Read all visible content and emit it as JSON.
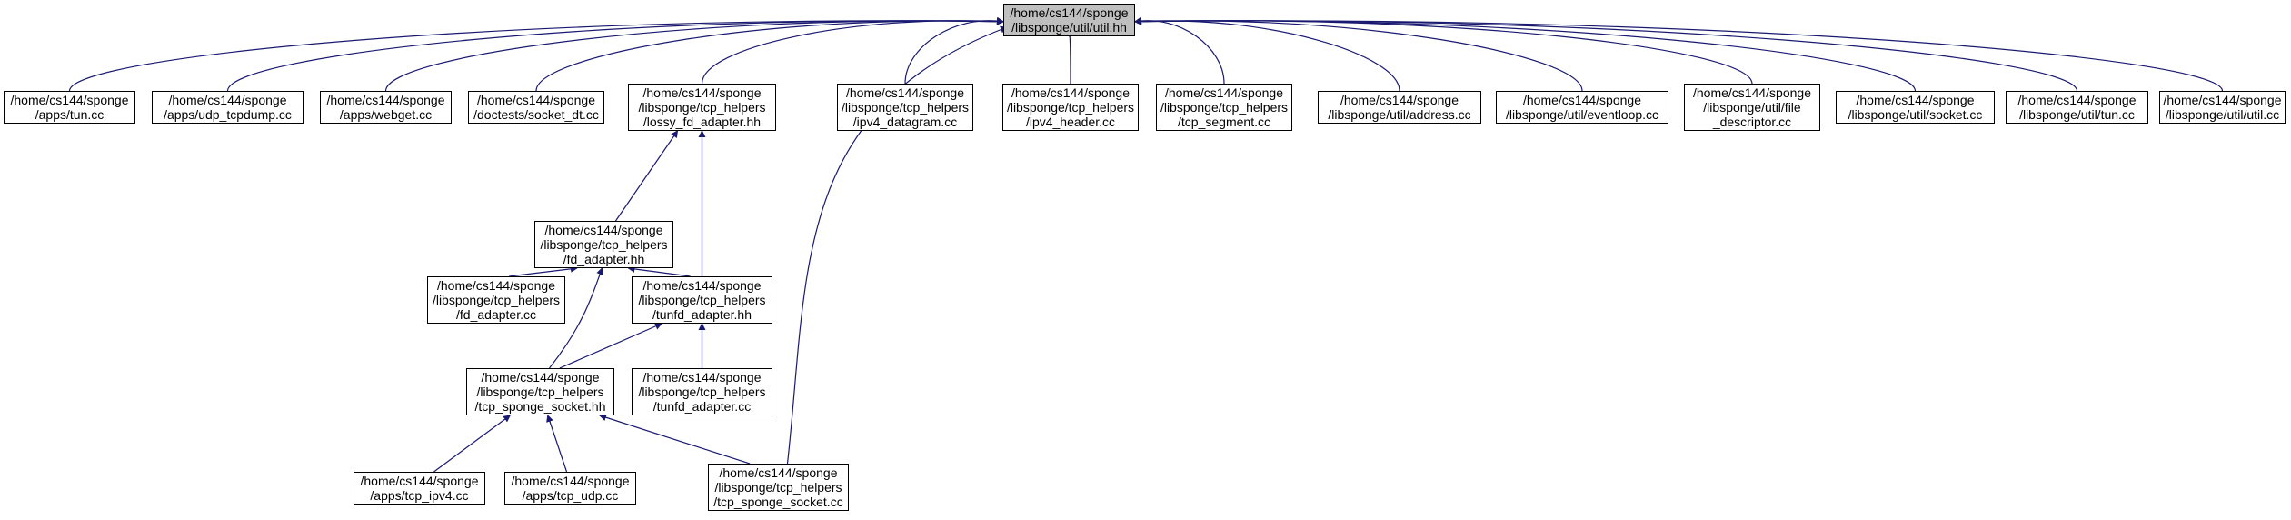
{
  "colors": {
    "edge": "#191970",
    "node_border": "#000000",
    "root_fill": "#bfbfbf",
    "node_fill": "#ffffff"
  },
  "nodes": [
    {
      "id": "util_hh",
      "lines": [
        "/home/cs144/sponge",
        "/libsponge/util/util.hh"
      ],
      "root": true
    },
    {
      "id": "apps_tun_cc",
      "lines": [
        "/home/cs144/sponge",
        "/apps/tun.cc"
      ]
    },
    {
      "id": "apps_udp_tcpdump_cc",
      "lines": [
        "/home/cs144/sponge",
        "/apps/udp_tcpdump.cc"
      ]
    },
    {
      "id": "apps_webget_cc",
      "lines": [
        "/home/cs144/sponge",
        "/apps/webget.cc"
      ]
    },
    {
      "id": "doctests_socket_dt_cc",
      "lines": [
        "/home/cs144/sponge",
        "/doctests/socket_dt.cc"
      ]
    },
    {
      "id": "lossy_fd_adapter_hh",
      "lines": [
        "/home/cs144/sponge",
        "/libsponge/tcp_helpers",
        "/lossy_fd_adapter.hh"
      ]
    },
    {
      "id": "ipv4_datagram_cc",
      "lines": [
        "/home/cs144/sponge",
        "/libsponge/tcp_helpers",
        "/ipv4_datagram.cc"
      ]
    },
    {
      "id": "ipv4_header_cc",
      "lines": [
        "/home/cs144/sponge",
        "/libsponge/tcp_helpers",
        "/ipv4_header.cc"
      ]
    },
    {
      "id": "tcp_segment_cc",
      "lines": [
        "/home/cs144/sponge",
        "/libsponge/tcp_helpers",
        "/tcp_segment.cc"
      ]
    },
    {
      "id": "util_address_cc",
      "lines": [
        "/home/cs144/sponge",
        "/libsponge/util/address.cc"
      ]
    },
    {
      "id": "util_eventloop_cc",
      "lines": [
        "/home/cs144/sponge",
        "/libsponge/util/eventloop.cc"
      ]
    },
    {
      "id": "util_file_descriptor_cc",
      "lines": [
        "/home/cs144/sponge",
        "/libsponge/util/file",
        "_descriptor.cc"
      ]
    },
    {
      "id": "util_socket_cc",
      "lines": [
        "/home/cs144/sponge",
        "/libsponge/util/socket.cc"
      ]
    },
    {
      "id": "util_tun_cc",
      "lines": [
        "/home/cs144/sponge",
        "/libsponge/util/tun.cc"
      ]
    },
    {
      "id": "util_util_cc",
      "lines": [
        "/home/cs144/sponge",
        "/libsponge/util/util.cc"
      ]
    },
    {
      "id": "fd_adapter_hh",
      "lines": [
        "/home/cs144/sponge",
        "/libsponge/tcp_helpers",
        "/fd_adapter.hh"
      ]
    },
    {
      "id": "fd_adapter_cc",
      "lines": [
        "/home/cs144/sponge",
        "/libsponge/tcp_helpers",
        "/fd_adapter.cc"
      ]
    },
    {
      "id": "tunfd_adapter_hh",
      "lines": [
        "/home/cs144/sponge",
        "/libsponge/tcp_helpers",
        "/tunfd_adapter.hh"
      ]
    },
    {
      "id": "tcp_sponge_socket_hh",
      "lines": [
        "/home/cs144/sponge",
        "/libsponge/tcp_helpers",
        "/tcp_sponge_socket.hh"
      ]
    },
    {
      "id": "tunfd_adapter_cc",
      "lines": [
        "/home/cs144/sponge",
        "/libsponge/tcp_helpers",
        "/tunfd_adapter.cc"
      ]
    },
    {
      "id": "apps_tcp_ipv4_cc",
      "lines": [
        "/home/cs144/sponge",
        "/apps/tcp_ipv4.cc"
      ]
    },
    {
      "id": "apps_tcp_udp_cc",
      "lines": [
        "/home/cs144/sponge",
        "/apps/tcp_udp.cc"
      ]
    },
    {
      "id": "tcp_sponge_socket_cc",
      "lines": [
        "/home/cs144/sponge",
        "/libsponge/tcp_helpers",
        "/tcp_sponge_socket.cc"
      ]
    }
  ],
  "edges": [
    {
      "from": "apps_tun_cc",
      "to": "util_hh"
    },
    {
      "from": "apps_udp_tcpdump_cc",
      "to": "util_hh"
    },
    {
      "from": "apps_webget_cc",
      "to": "util_hh"
    },
    {
      "from": "doctests_socket_dt_cc",
      "to": "util_hh"
    },
    {
      "from": "lossy_fd_adapter_hh",
      "to": "util_hh"
    },
    {
      "from": "ipv4_datagram_cc",
      "to": "util_hh"
    },
    {
      "from": "ipv4_header_cc",
      "to": "util_hh"
    },
    {
      "from": "tcp_segment_cc",
      "to": "util_hh"
    },
    {
      "from": "util_address_cc",
      "to": "util_hh"
    },
    {
      "from": "util_eventloop_cc",
      "to": "util_hh"
    },
    {
      "from": "util_file_descriptor_cc",
      "to": "util_hh"
    },
    {
      "from": "util_socket_cc",
      "to": "util_hh"
    },
    {
      "from": "util_tun_cc",
      "to": "util_hh"
    },
    {
      "from": "util_util_cc",
      "to": "util_hh"
    },
    {
      "from": "tcp_sponge_socket_cc",
      "to": "util_hh"
    },
    {
      "from": "fd_adapter_hh",
      "to": "lossy_fd_adapter_hh"
    },
    {
      "from": "tunfd_adapter_hh",
      "to": "lossy_fd_adapter_hh"
    },
    {
      "from": "fd_adapter_cc",
      "to": "fd_adapter_hh"
    },
    {
      "from": "tunfd_adapter_hh",
      "to": "fd_adapter_hh"
    },
    {
      "from": "tcp_sponge_socket_hh",
      "to": "fd_adapter_hh"
    },
    {
      "from": "tcp_sponge_socket_hh",
      "to": "tunfd_adapter_hh"
    },
    {
      "from": "tunfd_adapter_cc",
      "to": "tunfd_adapter_hh"
    },
    {
      "from": "apps_tcp_ipv4_cc",
      "to": "tcp_sponge_socket_hh"
    },
    {
      "from": "apps_tcp_udp_cc",
      "to": "tcp_sponge_socket_hh"
    },
    {
      "from": "tcp_sponge_socket_cc",
      "to": "tcp_sponge_socket_hh"
    }
  ]
}
